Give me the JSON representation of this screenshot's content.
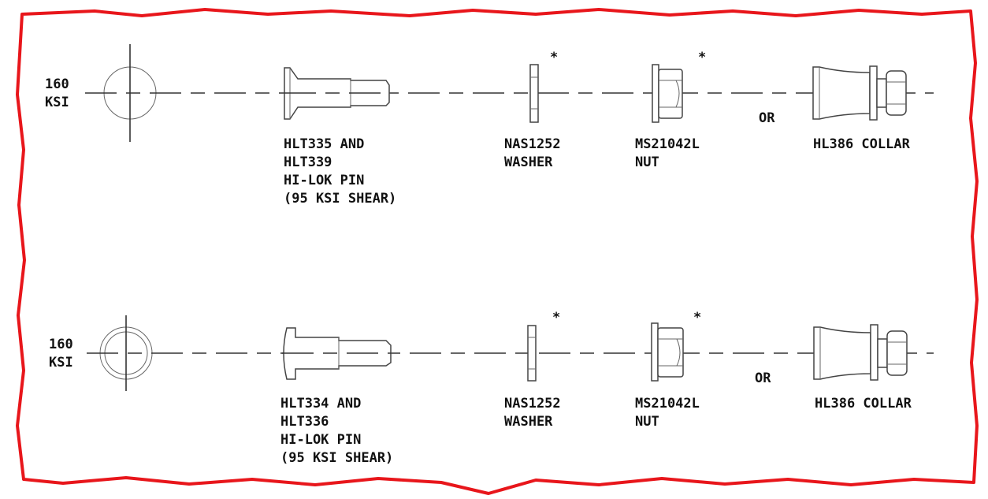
{
  "border_color": "#e8161b",
  "rows": [
    {
      "ksi_value": "160",
      "ksi_unit": "KSI",
      "pin": {
        "line1": "HLT335 AND",
        "line2": "HLT339",
        "line3": "HI-LOK PIN",
        "line4": "(95 KSI SHEAR)"
      },
      "washer": {
        "line1": "NAS1252",
        "line2": "WASHER",
        "note": "*"
      },
      "nut": {
        "line1": "MS21042L",
        "line2": "NUT",
        "note": "*"
      },
      "or_label": "OR",
      "collar": {
        "line1": "HL386 COLLAR"
      }
    },
    {
      "ksi_value": "160",
      "ksi_unit": "KSI",
      "pin": {
        "line1": "HLT334 AND",
        "line2": "HLT336",
        "line3": "HI-LOK PIN",
        "line4": "(95 KSI SHEAR)"
      },
      "washer": {
        "line1": "NAS1252",
        "line2": "WASHER",
        "note": "*"
      },
      "nut": {
        "line1": "MS21042L",
        "line2": "NUT",
        "note": "*"
      },
      "or_label": "OR",
      "collar": {
        "line1": "HL386 COLLAR"
      }
    }
  ]
}
